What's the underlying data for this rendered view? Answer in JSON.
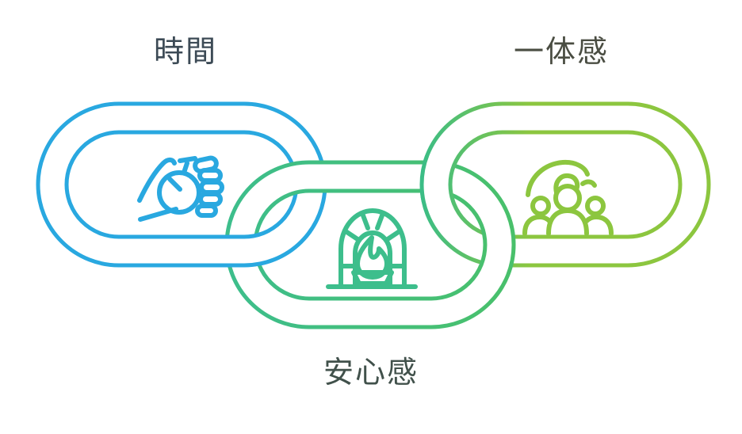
{
  "diagram": {
    "type": "interlocking-chain",
    "links": [
      {
        "id": "time",
        "label": "時間",
        "label_color": "#3C4A55",
        "icon": "stopwatch-hand-icon",
        "color": "#29A8E0"
      },
      {
        "id": "security",
        "label": "安心感",
        "label_color": "#41514B",
        "icon": "fireplace-icon",
        "color": "#3DBE8C"
      },
      {
        "id": "unity",
        "label": "一体感",
        "label_color": "#4A4D42",
        "icon": "hand-over-people-icon",
        "color": "#8CC63F"
      }
    ]
  },
  "colors": {
    "blue": "#29A8E0",
    "emerald": "#3DBE8C",
    "emerald-right": "#49C06B",
    "lime": "#8CC63F",
    "lime-left": "#3BBD86",
    "background": "#FFFFFF"
  }
}
